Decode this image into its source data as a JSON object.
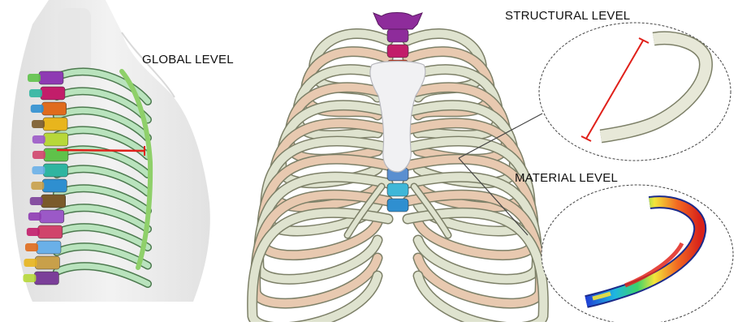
{
  "labels": {
    "global": "GLOBAL LEVEL",
    "structural": "STRUCTURAL LEVEL",
    "material": "MATERIAL LEVEL"
  },
  "colors": {
    "rib_light": "#dfe3cf",
    "rib_outline": "#7d8068",
    "rib_inner": "#e8c9b0",
    "sternum": "#f1f1f3",
    "measure_line": "#e0201a",
    "global_rib": "#b9e3bd",
    "global_rib_edge": "#4d7a4f",
    "body_shade": "#dcdcdc"
  },
  "icons": {
    "global_model": "thorax-side-model",
    "rib_cage": "rib-cage-front-model",
    "single_rib": "single-rib",
    "stress_rib": "stress-contour-rib"
  }
}
